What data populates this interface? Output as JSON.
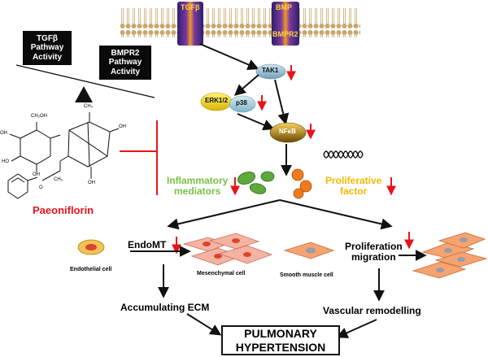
{
  "receptors": {
    "tgfb": "TGFβ",
    "bmp": "BMP",
    "bmpr2": "BMPR2"
  },
  "balance": {
    "tgfb_box": [
      "TGFβ",
      "Pathway",
      "Activity"
    ],
    "bmpr2_box": [
      "BMPR2",
      "Pathway",
      "Activity"
    ]
  },
  "molecules": {
    "tak1": "TAK1",
    "erk": "ERK1/2",
    "p38": "p38",
    "nfkb": "NFκB"
  },
  "compound": {
    "name": "Paeoniflorin",
    "atoms": {
      "ch2oh": "CH₂OH",
      "oh1": "OH",
      "oh2": "OH",
      "oh3": "OH",
      "ho": "HO",
      "ch3": "CH₃",
      "ch2": "CH₂",
      "o_carbonyl": "O",
      "oh4": "OH"
    }
  },
  "mediators": {
    "inflammatory": [
      "Inflammatory",
      "mediators"
    ],
    "proliferative": [
      "Proliferative",
      "factor"
    ]
  },
  "cells": {
    "endomt": "EndoMT",
    "endothelial": "Endothelial cell",
    "mesenchymal": "Mesenchymal cell",
    "smooth_muscle": "Smooth muscle cell",
    "proliferation": [
      "Proliferation",
      "migration"
    ]
  },
  "outcomes": {
    "ecm": "Accumulating ECM",
    "remodelling": "Vascular remodelling",
    "final": [
      "PULMONARY",
      "HYPERTENSION"
    ]
  },
  "colors": {
    "inhibition": "#e8141b",
    "down_arrow": "#e8141b",
    "inflammatory_text": "#7ac143",
    "proliferative_text": "#f5b800",
    "receptor_body": "#3b2d7a",
    "receptor_core": "#f08a1c"
  }
}
